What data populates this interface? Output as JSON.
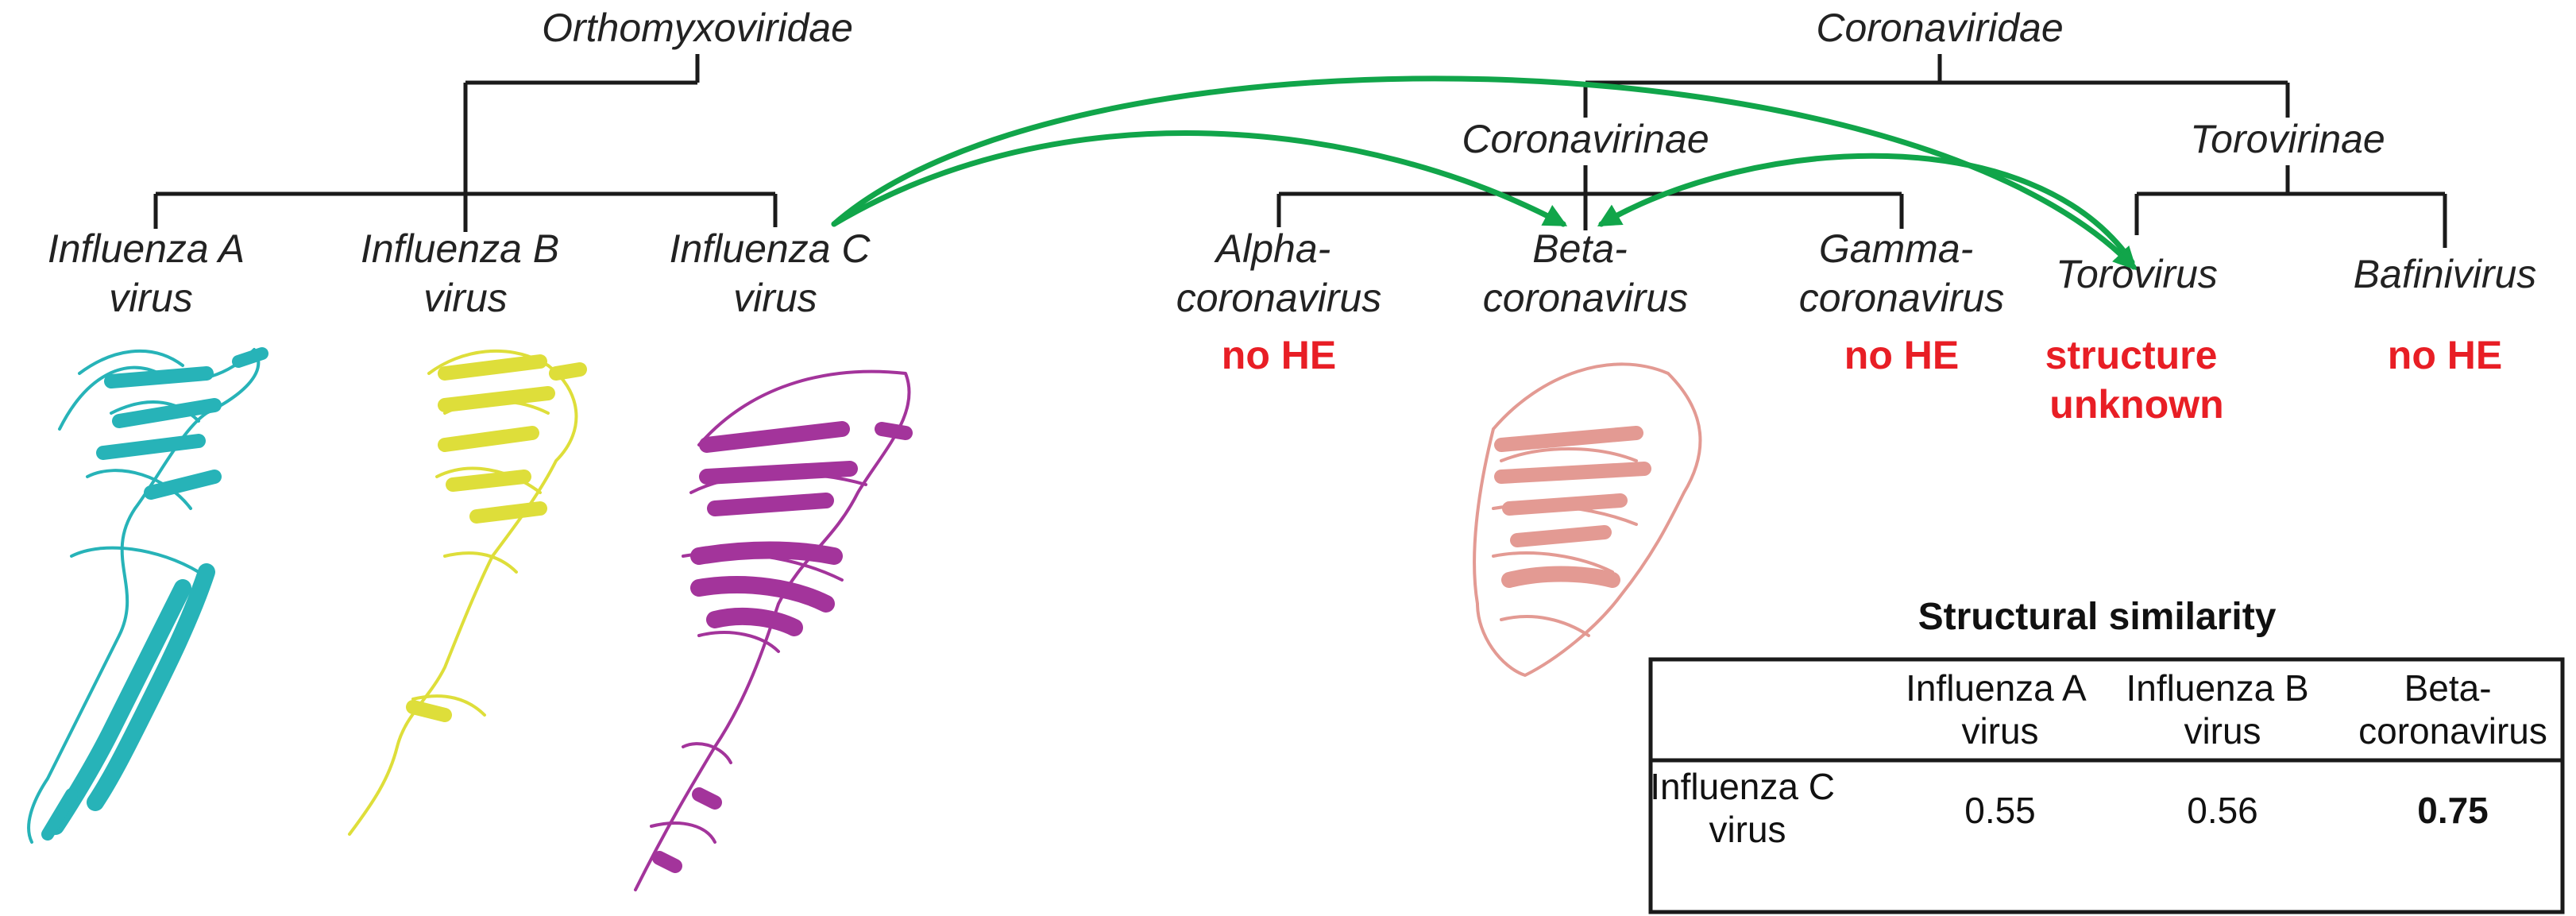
{
  "families": {
    "orthomyxoviridae": "Orthomyxoviridae",
    "coronaviridae": "Coronaviridae"
  },
  "subfamilies": {
    "coronavirinae": "Coronavirinae",
    "torovirinae": "Torovirinae"
  },
  "leaves": {
    "flu_a": [
      "Influenza A",
      "virus"
    ],
    "flu_b": [
      "Influenza B",
      "virus"
    ],
    "flu_c": [
      "Influenza C",
      "virus"
    ],
    "alpha": [
      "Alpha-",
      "coronavirus"
    ],
    "beta": [
      "Beta-",
      "coronavirus"
    ],
    "gamma": [
      "Gamma-",
      "coronavirus"
    ],
    "torovirus": [
      "Torovirus"
    ],
    "bafinivirus": [
      "Bafinivirus"
    ]
  },
  "notes": {
    "alpha": "no HE",
    "gamma": "no HE",
    "torovirus": [
      "structure",
      "unknown"
    ],
    "bafinivirus": "no HE"
  },
  "colors": {
    "tree": "#1a1a1a",
    "arrow": "#11a54a",
    "note": "#e81e25",
    "flu_a_structure": "#27b3b8",
    "flu_b_structure": "#dede3a",
    "flu_c_structure": "#a3349b",
    "beta_structure": "#e39a93"
  },
  "structures": [
    "Influenza A HE",
    "Influenza B HE",
    "Influenza C HE",
    "Betacoronavirus HE"
  ],
  "similarity_table": {
    "title": "Structural similarity",
    "columns": [
      [
        "Influenza A",
        "virus"
      ],
      [
        "Influenza B",
        "virus"
      ],
      [
        "Beta-",
        "coronavirus"
      ]
    ],
    "row_label": [
      "Influenza C",
      "virus"
    ],
    "values": [
      "0.55",
      "0.56",
      "0.75"
    ],
    "highlight": "0.75"
  }
}
